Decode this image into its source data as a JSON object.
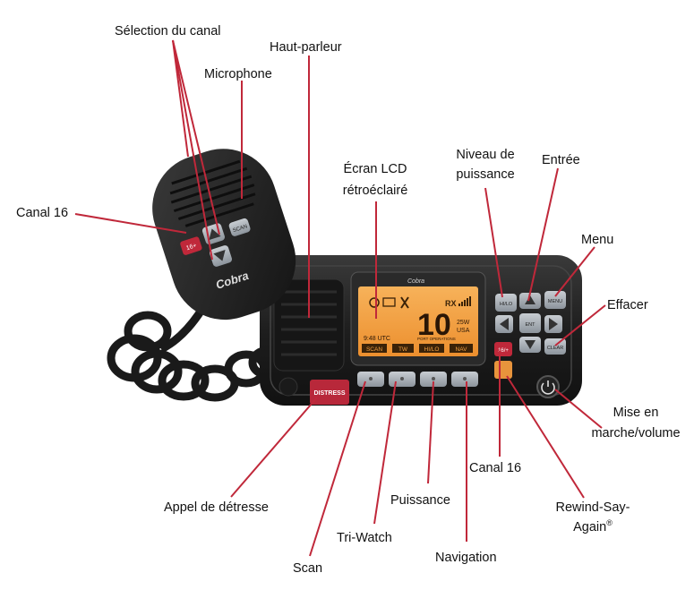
{
  "labels": {
    "channel_select": "Sélection du canal",
    "speaker": "Haut-parleur",
    "microphone": "Microphone",
    "channel16_left": "Canal 16",
    "lcd_line1": "Écran LCD",
    "lcd_line2": "rétroéclairé",
    "power_level_line1": "Niveau de",
    "power_level_line2": "puissance",
    "enter": "Entrée",
    "menu": "Menu",
    "clear": "Effacer",
    "power_volume_line1": "Mise en",
    "power_volume_line2": "marche/volume",
    "channel16_right": "Canal 16",
    "rewind_line1": "Rewind-Say-",
    "rewind_line2": "Again",
    "rewind_mark": "®",
    "distress_call": "Appel de détresse",
    "power": "Puissance",
    "triwatch": "Tri-Watch",
    "navigation": "Navigation",
    "scan": "Scan"
  },
  "device": {
    "mic_brand": "Cobra",
    "radio_brand": "Cobra",
    "mic_button_16": "16+",
    "mic_button_scan": "SCAN",
    "lcd_channel": "10",
    "lcd_suffix_top": "25W",
    "lcd_suffix_bottom": "USA",
    "lcd_rx": "RX",
    "lcd_time": "9:48 UTC",
    "lcd_mode": "PORT OPERATIONS",
    "softkeys": [
      "SCAN",
      "TW",
      "HI/LO",
      "NAV"
    ],
    "key_hilo": "HI/LO",
    "key_ent": "ENT",
    "key_menu": "MENU",
    "key_clear": "CLEAR",
    "key_16": "16/+",
    "distress_button": "DISTRESS"
  },
  "colors": {
    "accent_red": "#c0283a",
    "lcd_orange": "#f5a142",
    "body_dark": "#1c1c1c",
    "button_grey": "#a9b0b8",
    "distress_red": "#b8283a",
    "rsa_orange": "#e8943c"
  }
}
